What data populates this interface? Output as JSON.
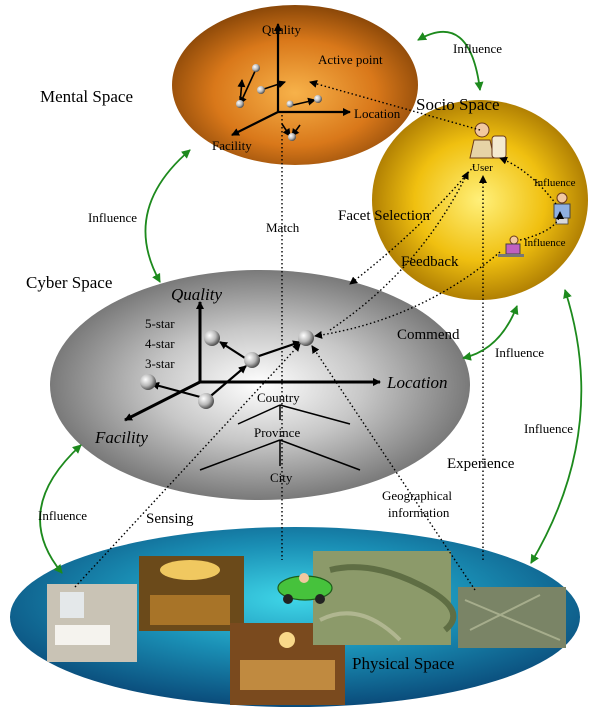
{
  "spaces": {
    "mental": "Mental Space",
    "socio": "Socio Space",
    "cyber": "Cyber Space",
    "physical": "Physical Space"
  },
  "mental_axes": {
    "quality": "Quality",
    "location": "Location",
    "facility": "Facility",
    "active_point": "Active point"
  },
  "cyber_axes": {
    "quality": "Quality",
    "location": "Location",
    "facility": "Facility",
    "star5": "5-star",
    "star4": "4-star",
    "star3": "3-star"
  },
  "hierarchy": {
    "country": "Country",
    "province": "Province",
    "city": "City"
  },
  "socio": {
    "user": "User",
    "influence_a": "Influence",
    "influence_b": "Influence"
  },
  "relations": {
    "influence_top": "Influence",
    "influence_left": "Influence",
    "influence_mid": "Influence",
    "influence_right": "Influence",
    "influence_bottom_left": "Influence",
    "match": "Match",
    "facet_selection": "Facet Selection",
    "feedback": "Feedback",
    "commend": "Commend",
    "experience": "Experience",
    "sensing": "Sensing",
    "geo_line1": "Geographical",
    "geo_line2": "information"
  }
}
